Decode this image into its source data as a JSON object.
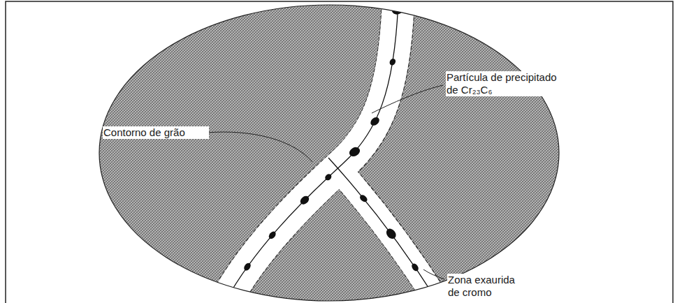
{
  "diagram": {
    "labels": [
      "Partícula de precipitado de Cr₂₃C₆",
      "Contorno de grão",
      "Zona exaurida de cromo"
    ]
  }
}
